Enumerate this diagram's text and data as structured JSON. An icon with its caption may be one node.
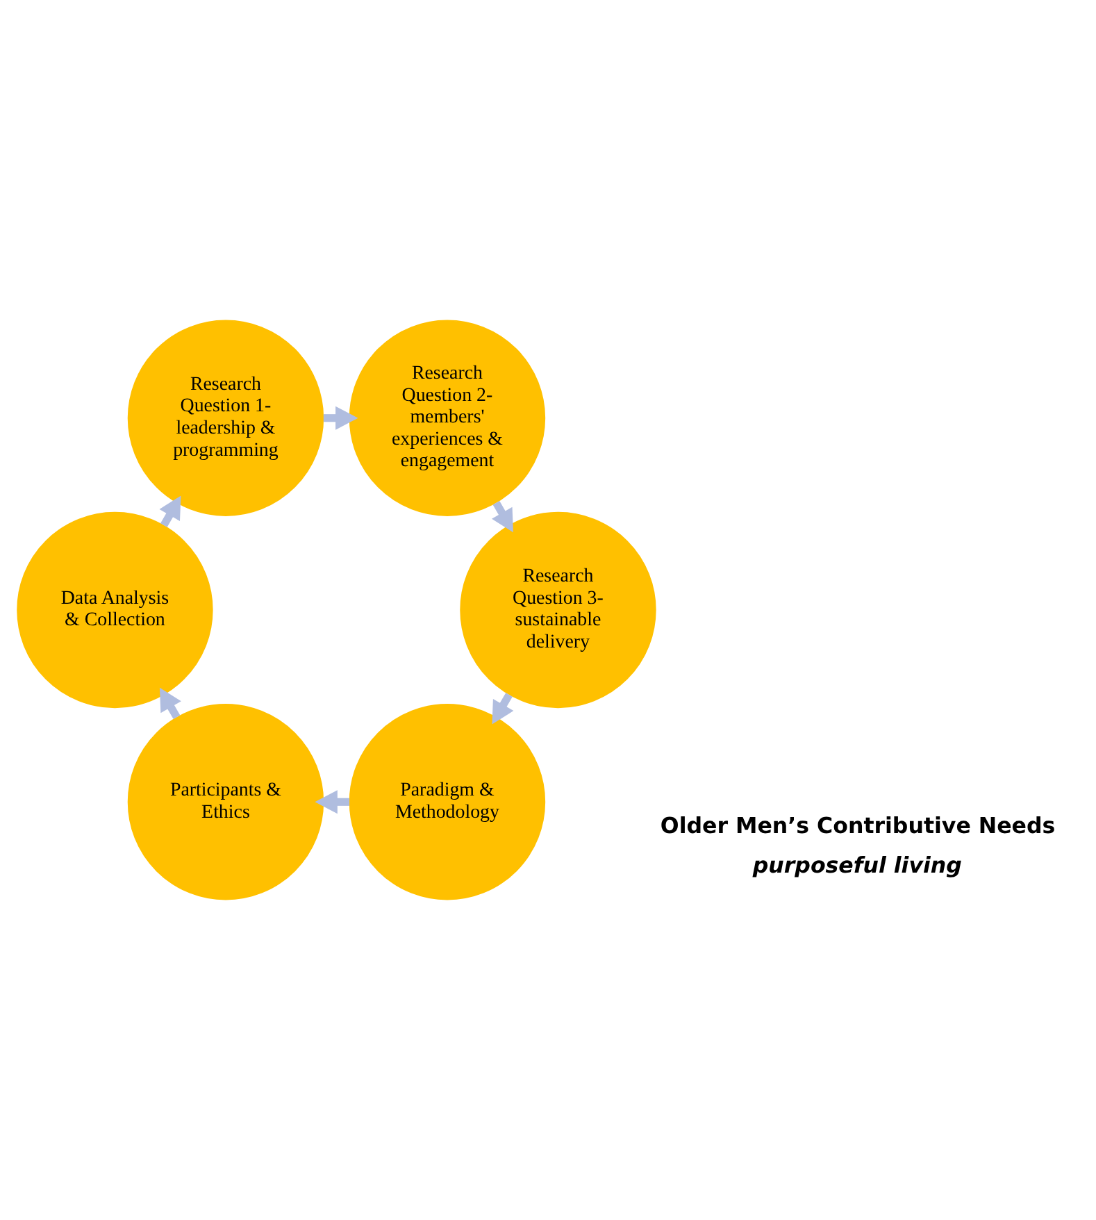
{
  "diagram": {
    "nodes": [
      {
        "text": [
          "Paradigm & Methodology"
        ]
      },
      {
        "text": [
          "Participants & Ethics"
        ]
      },
      {
        "text": [
          "Data Analysis & Collection"
        ]
      },
      {
        "text": [
          "Research Question 1- leadership & programming"
        ]
      },
      {
        "text": [
          "Research Question 2- members' experiences & engagement"
        ]
      },
      {
        "text": [
          "Research Question 3- sustainable delivery"
        ]
      }
    ],
    "edges": [
      {
        "from": 0,
        "to": 1,
        "arrow": "to"
      },
      {
        "from": 1,
        "to": 2,
        "arrow": "to"
      },
      {
        "from": 2,
        "to": 3,
        "arrow": "to"
      },
      {
        "from": 3,
        "to": 4,
        "arrow": "to"
      },
      {
        "from": 4,
        "to": 5,
        "arrow": "to"
      },
      {
        "from": 5,
        "to": 0,
        "arrow": "to"
      }
    ],
    "labels": [
      "Older Men’s Contributive Needs",
      "purposeful living"
    ]
  }
}
